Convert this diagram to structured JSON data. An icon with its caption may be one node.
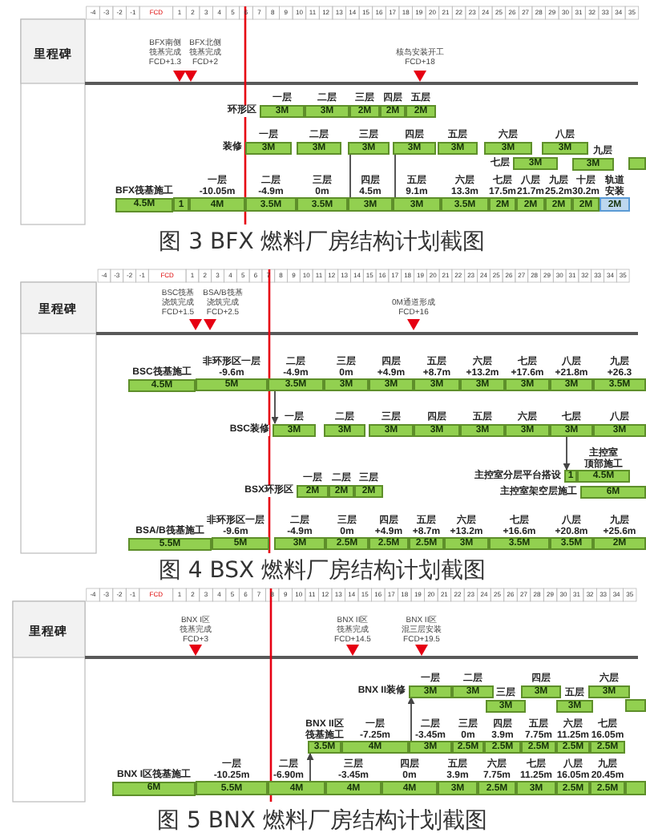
{
  "diagram": {
    "nodes": [
      {
        "text": [
          "一层",
          "3M"
        ],
        "beside": [
          "环形区"
        ]
      },
      {
        "text": [
          "二层",
          "3M"
        ]
      },
      {
        "text": [
          "三层",
          "2M"
        ]
      },
      {
        "text": [
          "四层",
          "2M"
        ]
      },
      {
        "text": [
          "五层",
          "2M"
        ]
      },
      {
        "text": [
          "一层",
          "3M"
        ],
        "beside": [
          "装修"
        ]
      },
      {
        "text": [
          "二层",
          "3M"
        ]
      },
      {
        "text": [
          "三层",
          "3M"
        ]
      },
      {
        "text": [
          "四层",
          "3M"
        ]
      },
      {
        "text": [
          "五层",
          "3M"
        ]
      },
      {
        "text": [
          "六层",
          "3M"
        ]
      },
      {
        "text": [
          "八层",
          "3M"
        ]
      },
      {
        "text": [
          "七层",
          "3M"
        ]
      },
      {
        "text": [
          "九层",
          "3M"
        ]
      },
      {
        "text": [],
        "shape": "bar"
      },
      {
        "text": [
          "BFX筏基施工",
          "4.5M"
        ]
      },
      {
        "text": [
          "1"
        ]
      },
      {
        "text": [
          "一层",
          "-10.05m",
          "4M"
        ]
      },
      {
        "text": [
          "二层",
          "-4.9m",
          "3.5M"
        ]
      },
      {
        "text": [
          "三层",
          "0m",
          "3.5M"
        ]
      },
      {
        "text": [
          "四层",
          "4.5m",
          "3M"
        ]
      },
      {
        "text": [
          "五层",
          "9.1m",
          "3M"
        ]
      },
      {
        "text": [
          "六层",
          "13.3m",
          "3.5M"
        ]
      },
      {
        "text": [
          "七层",
          "17.5m",
          "2M"
        ]
      },
      {
        "text": [
          "八层",
          "21.7m",
          "2M"
        ]
      },
      {
        "text": [
          "九层",
          "25.2m",
          "2M"
        ]
      },
      {
        "text": [
          "十层",
          "30.2m",
          "2M"
        ]
      },
      {
        "text": [
          "轨道安装",
          "2M"
        ]
      },
      {
        "text": [
          "BSC筏基施工",
          "4.5M"
        ]
      },
      {
        "text": [
          "非环形区一层",
          "-9.6m",
          "5M"
        ]
      },
      {
        "text": [
          "二层",
          "-4.9m",
          "3.5M"
        ]
      },
      {
        "text": [
          "三层",
          "0m",
          "3M"
        ]
      },
      {
        "text": [
          "四层",
          "+4.9m",
          "3M"
        ]
      },
      {
        "text": [
          "五层",
          "+8.7m",
          "3M"
        ]
      },
      {
        "text": [
          "六层",
          "+13.2m",
          "3M"
        ]
      },
      {
        "text": [
          "七层",
          "+17.6m",
          "3M"
        ]
      },
      {
        "text": [
          "八层",
          "+21.8m",
          "3M"
        ]
      },
      {
        "text": [
          "九层",
          "+26.3",
          "3.5M"
        ]
      },
      {
        "text": [
          "一层",
          "3M"
        ],
        "beside": [
          "BSC装修"
        ]
      },
      {
        "text": [
          "二层",
          "3M"
        ]
      },
      {
        "text": [
          "三层",
          "3M"
        ]
      },
      {
        "text": [
          "四层",
          "3M"
        ]
      },
      {
        "text": [
          "五层",
          "3M"
        ]
      },
      {
        "text": [
          "六层",
          "3M"
        ]
      },
      {
        "text": [
          "七层",
          "3M"
        ]
      },
      {
        "text": [
          "八层",
          "3M"
        ]
      },
      {
        "text": [
          "1"
        ],
        "beside": [
          "主控室分层平台搭设"
        ]
      },
      {
        "text": [
          "主控室",
          "顶部施工",
          "4.5M"
        ]
      },
      {
        "text": [
          "6M"
        ],
        "beside": [
          "主控室架空层施工"
        ]
      },
      {
        "text": [
          "一层",
          "2M"
        ],
        "beside": [
          "BSX环形区"
        ]
      },
      {
        "text": [
          "二层",
          "2M"
        ]
      },
      {
        "text": [
          "三层",
          "2M"
        ]
      },
      {
        "text": [
          "BSA/B筏基施工",
          "5.5M"
        ]
      },
      {
        "text": [
          "非环形区一层",
          "-9.6m",
          "5M"
        ]
      },
      {
        "text": [
          "二层",
          "-4.9m",
          "3M"
        ]
      },
      {
        "text": [
          "三层",
          "0m",
          "2.5M"
        ]
      },
      {
        "text": [
          "四层",
          "+4.9m",
          "2.5M"
        ]
      },
      {
        "text": [
          "五层",
          "+8.7m",
          "2.5M"
        ]
      },
      {
        "text": [
          "六层",
          "+13.2m",
          "3M"
        ]
      },
      {
        "text": [
          "七层",
          "+16.6m",
          "3.5M"
        ]
      },
      {
        "text": [
          "八层",
          "+20.8m",
          "3.5M"
        ]
      },
      {
        "text": [
          "九层",
          "+25.6m",
          "2M"
        ]
      },
      {
        "text": [
          "一层",
          "3M"
        ],
        "beside": [
          "BNX II装修"
        ]
      },
      {
        "text": [
          "二层",
          "3M"
        ]
      },
      {
        "text": [
          "三层",
          "3M"
        ]
      },
      {
        "text": [
          "四层",
          "3M"
        ]
      },
      {
        "text": [
          "五层",
          "3M"
        ]
      },
      {
        "text": [
          "六层",
          "3M"
        ]
      },
      {
        "text": [],
        "shape": "bar"
      },
      {
        "text": [
          "BNX II区筏基施工",
          "3.5M"
        ]
      },
      {
        "text": [
          "一层",
          "-7.25m",
          "4M"
        ]
      },
      {
        "text": [
          "二层",
          "-3.45m",
          "3M"
        ]
      },
      {
        "text": [
          "三层",
          "0m",
          "2.5M"
        ]
      },
      {
        "text": [
          "四层",
          "3.9m",
          "2.5M"
        ]
      },
      {
        "text": [
          "五层",
          "7.75m",
          "2.5M"
        ]
      },
      {
        "text": [
          "六层",
          "11.25m",
          "2.5M"
        ]
      },
      {
        "text": [
          "七层",
          "16.05m",
          "2.5M"
        ]
      },
      {
        "text": [
          "BNX I区筏基施工",
          "6M"
        ]
      },
      {
        "text": [
          "一层",
          "-10.25m",
          "5.5M"
        ]
      },
      {
        "text": [
          "二层",
          "-6.90m",
          "4M"
        ]
      },
      {
        "text": [
          "三层",
          "-3.45m",
          "4M"
        ]
      },
      {
        "text": [
          "四层",
          "0m",
          "4M"
        ]
      },
      {
        "text": [
          "五层",
          "3.9m",
          "3M"
        ]
      },
      {
        "text": [
          "六层",
          "7.75m",
          "2.5M"
        ]
      },
      {
        "text": [
          "七层",
          "11.25m",
          "3M"
        ]
      },
      {
        "text": [
          "八层",
          "16.05m",
          "2.5M"
        ]
      },
      {
        "text": [
          "九层",
          "20.45m",
          "2.5M"
        ]
      },
      {
        "text": [],
        "shape": "bar"
      }
    ],
    "edges": [
      {
        "from": 7,
        "to": 20,
        "arrow": "none"
      },
      {
        "from": 8,
        "to": 21,
        "arrow": "none"
      },
      {
        "from": 30,
        "to": 38,
        "arrow": "to"
      },
      {
        "from": 44,
        "to": 46,
        "arrow": "to"
      },
      {
        "from": 71,
        "to": 62,
        "arrow": "to"
      },
      {
        "from": 79,
        "to": 69,
        "arrow": "to"
      }
    ],
    "labels": [
      "-4",
      "-3",
      "-2",
      "-1",
      "FCD",
      "1",
      "2",
      "3",
      "4",
      "5",
      "6",
      "7",
      "8",
      "9",
      "10",
      "11",
      "12",
      "13",
      "14",
      "15",
      "16",
      "17",
      "18",
      "19",
      "20",
      "21",
      "22",
      "23",
      "24",
      "25",
      "26",
      "27",
      "28",
      "29",
      "30",
      "31",
      "32",
      "33",
      "34",
      "35",
      "里程碑",
      "BFX南侧",
      "筏基完成",
      "FCD+1.3",
      "BFX北侧",
      "筏基完成",
      "FCD+2",
      "核岛安装开工",
      "FCD+18",
      "图 3 BFX 燃料厂房结构计划截图",
      "-4",
      "-3",
      "-2",
      "-1",
      "FCD",
      "1",
      "2",
      "3",
      "4",
      "5",
      "6",
      "7",
      "8",
      "9",
      "10",
      "11",
      "12",
      "13",
      "14",
      "15",
      "16",
      "17",
      "18",
      "19",
      "20",
      "21",
      "22",
      "23",
      "24",
      "25",
      "26",
      "27",
      "28",
      "29",
      "30",
      "31",
      "32",
      "33",
      "34",
      "35",
      "里程碑",
      "BSC筏基",
      "浇筑完成",
      "FCD+1.5",
      "BSA/B筏基",
      "浇筑完成",
      "FCD+2.5",
      "0M通道形成",
      "FCD+16",
      "图 4 BSX 燃料厂房结构计划截图",
      "-4",
      "-3",
      "-2",
      "-1",
      "FCD",
      "1",
      "2",
      "3",
      "4",
      "5",
      "6",
      "7",
      "8",
      "9",
      "10",
      "11",
      "12",
      "13",
      "14",
      "15",
      "16",
      "17",
      "18",
      "19",
      "20",
      "21",
      "22",
      "23",
      "24",
      "25",
      "26",
      "27",
      "28",
      "29",
      "30",
      "31",
      "32",
      "33",
      "34",
      "35",
      "里程碑",
      "BNX I区",
      "筏基完成",
      "FCD+3",
      "BNX II区",
      "筏基完成",
      "FCD+14.5",
      "BNX II区",
      "混三层安装",
      "FCD+19.5",
      "图 5 BNX 燃料厂房结构计划截图"
    ]
  }
}
